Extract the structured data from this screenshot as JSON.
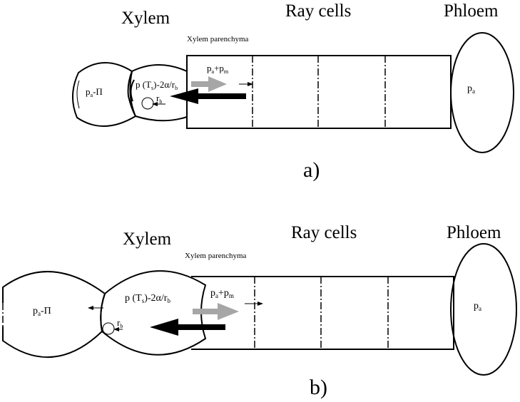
{
  "panel_a": {
    "label": "a)",
    "xylem": "Xylem",
    "ray_cells": "Ray cells",
    "phloem": "Phloem",
    "xylem_parenchyma": "Xylem parenchyma",
    "bubble_left": {
      "base": "p",
      "sub": "a",
      "tail": "-Π"
    },
    "bubble_mid": {
      "base": "p (T",
      "sub": "s",
      "tail": ")-2α/r",
      "sub2": "b"
    },
    "radius": {
      "base": "r",
      "sub": "b"
    },
    "flow": {
      "base": "p",
      "sub": "a",
      "tail": "+p",
      "sub2": "m"
    },
    "phloem_pressure": {
      "base": "p",
      "sub": "a"
    }
  },
  "panel_b": {
    "label": "b)",
    "xylem": "Xylem",
    "ray_cells": "Ray cells",
    "phloem": "Phloem",
    "xylem_parenchyma": "Xylem parenchyma",
    "bubble_left": {
      "base": "p",
      "sub": "a",
      "tail": "-Π"
    },
    "bubble_mid": {
      "base": "p (T",
      "sub": "s",
      "tail": ")-2α/r",
      "sub2": "b"
    },
    "radius": {
      "base": "r",
      "sub": "b"
    },
    "flow": {
      "base": "p",
      "sub": "a",
      "tail": "+p",
      "sub2": "m"
    },
    "phloem_pressure": {
      "base": "p",
      "sub": "a"
    }
  },
  "colors": {
    "ink": "#000000",
    "grey_arrow": "#a6a6a6",
    "background": "#ffffff"
  }
}
